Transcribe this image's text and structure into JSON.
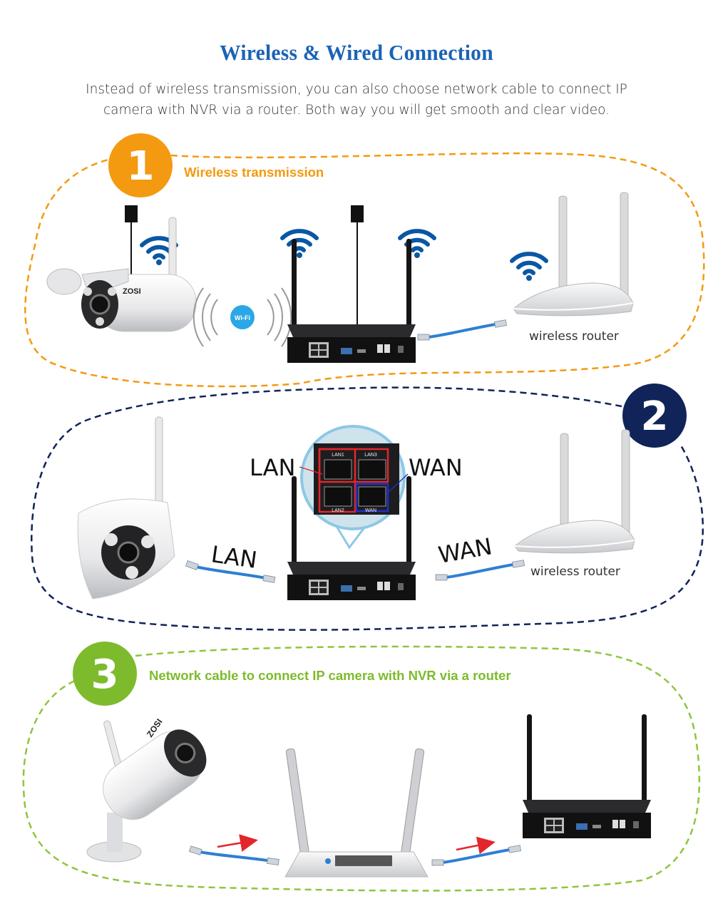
{
  "title": "Wireless & Wired Connection",
  "subtitle": [
    "Instead of wireless transmission, you can also choose network cable to connect IP",
    "camera with NVR via a router. Both way you will get smooth and clear video."
  ],
  "colors": {
    "title": "#1b63b5",
    "section1": "#f39a10",
    "section2": "#10245a",
    "section3": "#7dbb2c",
    "wifi": "#0a57a5",
    "cable": "#2f7fd1",
    "arrow": "#e3262b"
  },
  "sections": [
    {
      "number": "1",
      "label": "Wireless transmission",
      "router_label": "wireless router",
      "camera_brand": "ZOSI",
      "wifi_badge": "Wi-Fi"
    },
    {
      "number": "2",
      "router_label": "wireless router",
      "lan_label": "LAN",
      "wan_label": "WAN",
      "cable_lan": "LAN",
      "cable_wan": "WAN",
      "ports": [
        "LAN1",
        "LAN3",
        "LAN2",
        "WAN"
      ]
    },
    {
      "number": "3",
      "label": "Network cable to connect IP camera with NVR via a router",
      "camera_brand": "ZOSI"
    }
  ]
}
